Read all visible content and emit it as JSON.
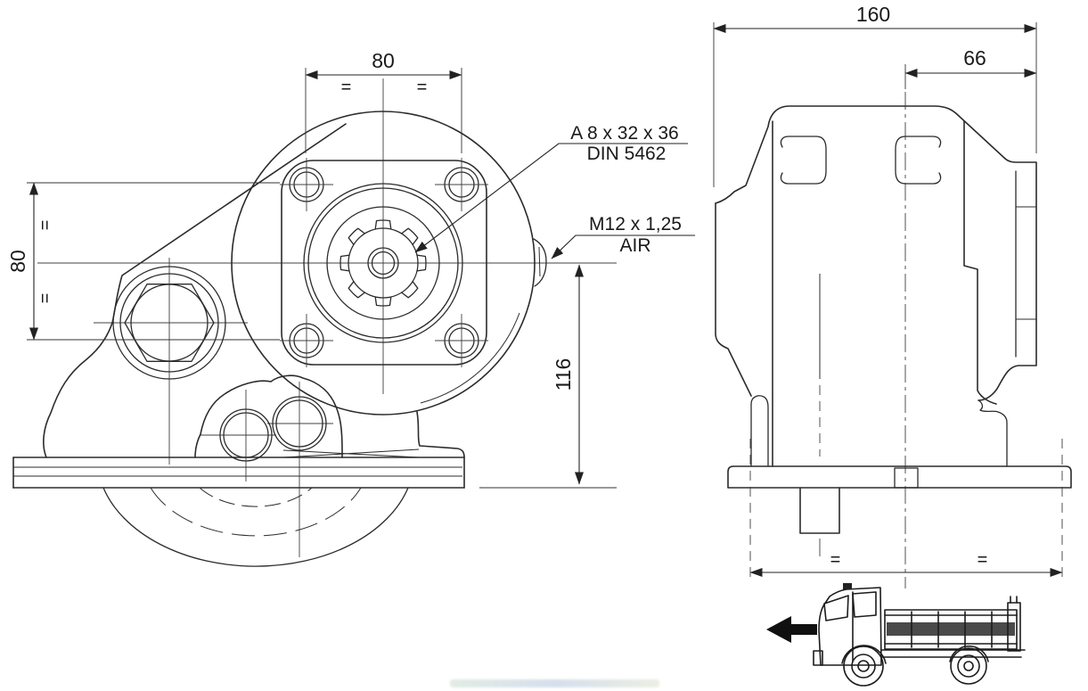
{
  "front_view": {
    "dim_bolt_spacing_horizontal": "80",
    "dim_bolt_spacing_vertical": "80",
    "dim_height_to_axis": "116",
    "equal_mark": "=",
    "spline_callout_line1": "A 8 x 32 x 36",
    "spline_callout_line2": "DIN 5462",
    "air_callout_line1": "M12 x 1,25",
    "air_callout_line2": "AIR"
  },
  "side_view": {
    "dim_overall_width": "160",
    "dim_flange_offset": "66",
    "equal_mark": "="
  },
  "icons": {
    "direction_arrow": "left-arrow-icon",
    "vehicle": "truck-icon"
  },
  "colors": {
    "ink": "#2b2b2b",
    "background": "#ffffff"
  }
}
